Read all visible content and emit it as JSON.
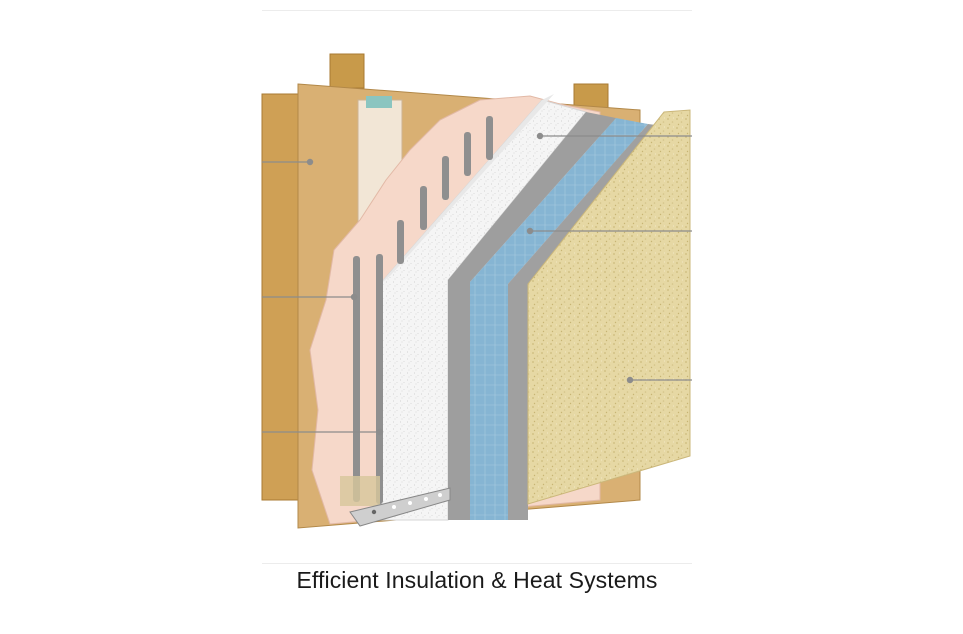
{
  "caption": "Efficient Insulation & Heat Systems",
  "colors": {
    "timber": "#d2a35c",
    "board": "#d9b073",
    "membrane": "#f5d7c8",
    "render": "#e5d7a2",
    "basecoat": "#999999",
    "mesh": "#7fb1d2",
    "insulation": "#f3f3f3",
    "rail": "#9a9a9a",
    "leader": "#8c8c8c"
  },
  "layers": [
    {
      "name": "wall-sheathing",
      "callout_side": "left"
    },
    {
      "name": "fixing-anchor-upper",
      "callout_side": "left"
    },
    {
      "name": "fixing-anchor-lower",
      "callout_side": "left"
    },
    {
      "name": "insulation-board",
      "callout_side": "right"
    },
    {
      "name": "reinforcing-mesh",
      "callout_side": "right"
    },
    {
      "name": "textured-render",
      "callout_side": "right"
    }
  ]
}
